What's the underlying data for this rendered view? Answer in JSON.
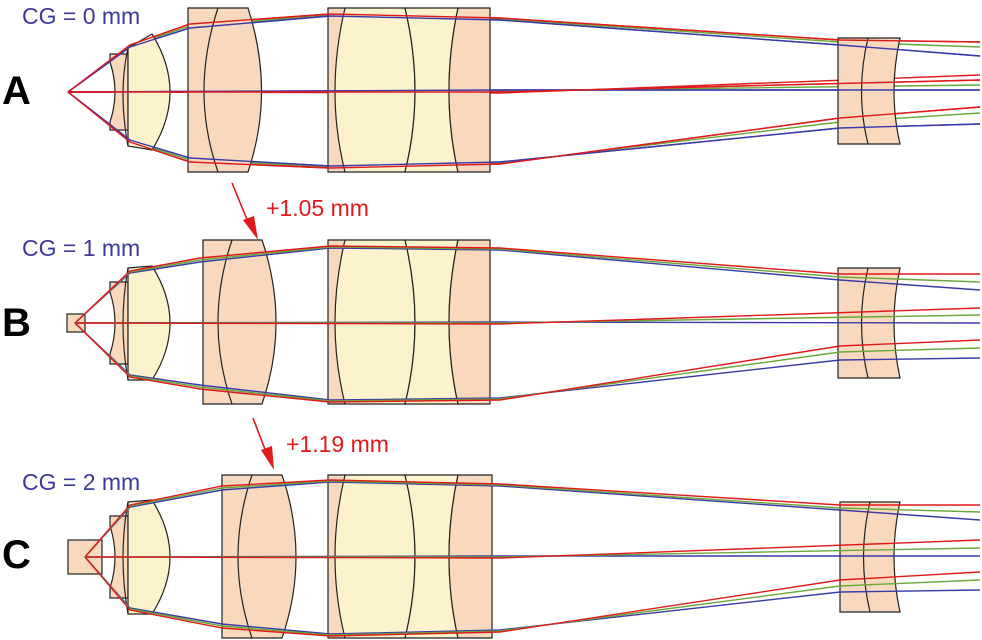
{
  "panels": [
    {
      "letter": "A",
      "cg_label": "CG = 0 mm"
    },
    {
      "letter": "B",
      "cg_label": "CG = 1 mm"
    },
    {
      "letter": "C",
      "cg_label": "CG = 2 mm"
    }
  ],
  "shifts": [
    {
      "label": "+1.05 mm"
    },
    {
      "label": "+1.19 mm"
    }
  ],
  "colors": {
    "lens_orange": "#f8d9bd",
    "lens_yellow": "#fcf3cc",
    "ray_blue": "#3a3aa8",
    "ray_green": "#6aa83a",
    "ray_red": "#e0191b",
    "arrow": "#e0191b",
    "cg_text": "#3a3a9a"
  }
}
